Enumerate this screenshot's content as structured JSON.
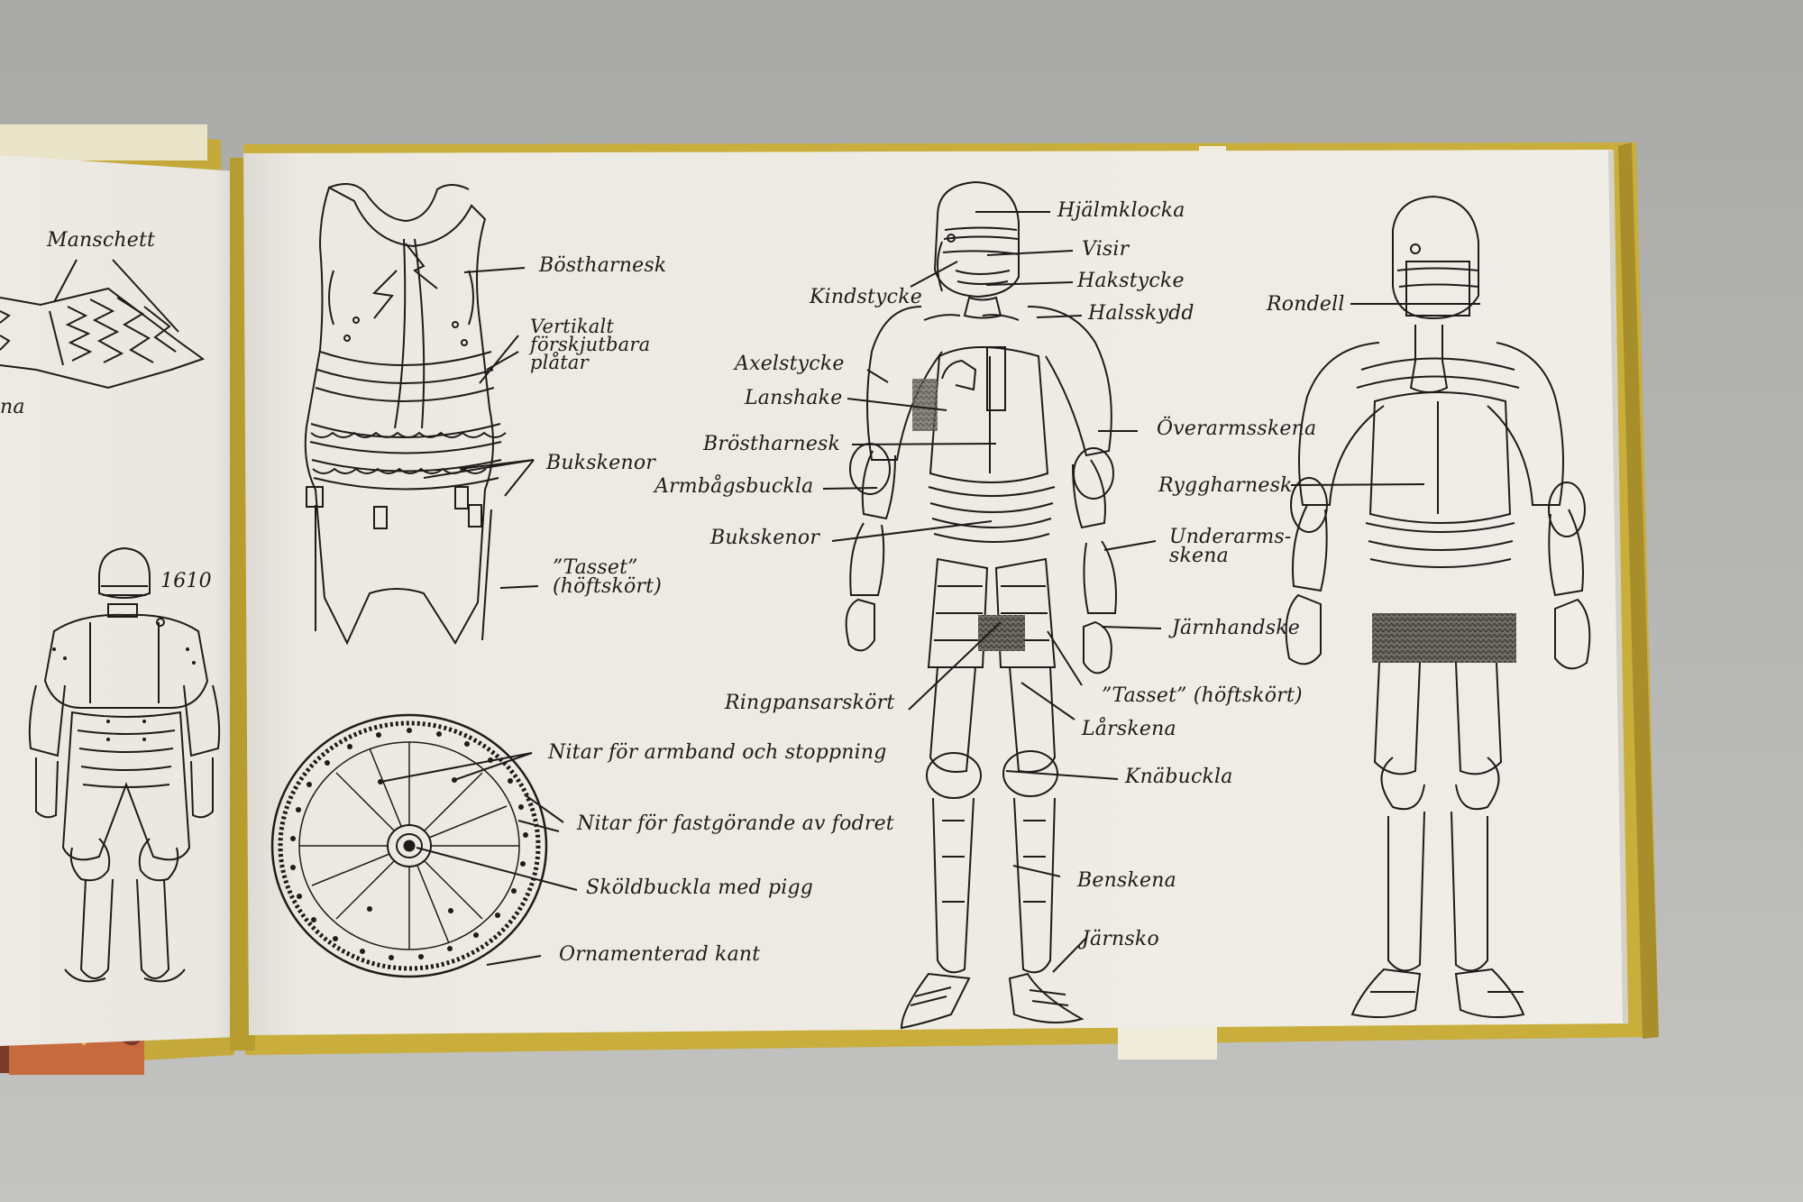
{
  "left_page": {
    "labels": {
      "manschett": "Manschett",
      "partial_na": "na",
      "year": "1610"
    }
  },
  "right_page": {
    "breastplate_labels": {
      "brostharnesk": "Böstharnesk",
      "vertikalt": "Vertikalt\nförskjutbara\nplåtar",
      "bukskenor": "Bukskenor",
      "tasset": "”Tasset”\n(höftskört)"
    },
    "shield_labels": {
      "nitar_armband": "Nitar för armband och stoppning",
      "nitar_fodret": "Nitar för fastgörande av fodret",
      "skoldbuckla": "Sköldbuckla med pigg",
      "ornamenterad": "Ornamenterad kant"
    },
    "armor_front_labels": {
      "hjalmklocka": "Hjälmklocka",
      "visir": "Visir",
      "hakstycke": "Hakstycke",
      "kindstycke": "Kindstycke",
      "halsskydd": "Halsskydd",
      "axelstycke": "Axelstycke",
      "lanshake": "Lanshake",
      "brostharnesk": "Bröstharnesk",
      "overarmsskena": "Överarmsskena",
      "armbagsbuckla": "Armbågsbuckla",
      "bukskenor": "Bukskenor",
      "underarmsskena": "Underarms-\nskena",
      "jarnhandske": "Järnhandske",
      "ringpansarskort": "Ringpansarskört",
      "tasset": "”Tasset” (höftskört)",
      "larskena": "Lårskena",
      "knabuckla": "Knäbuckla",
      "benskena": "Benskena",
      "jarnsko": "Järnsko"
    },
    "armor_back_labels": {
      "rondell": "Rondell",
      "ryggharnesk": "Ryggharnesk"
    }
  },
  "colors": {
    "background": "#b9b9b7",
    "cover": "#c9ae3c",
    "page": "#eceae2",
    "ink": "#1e1c1a"
  }
}
